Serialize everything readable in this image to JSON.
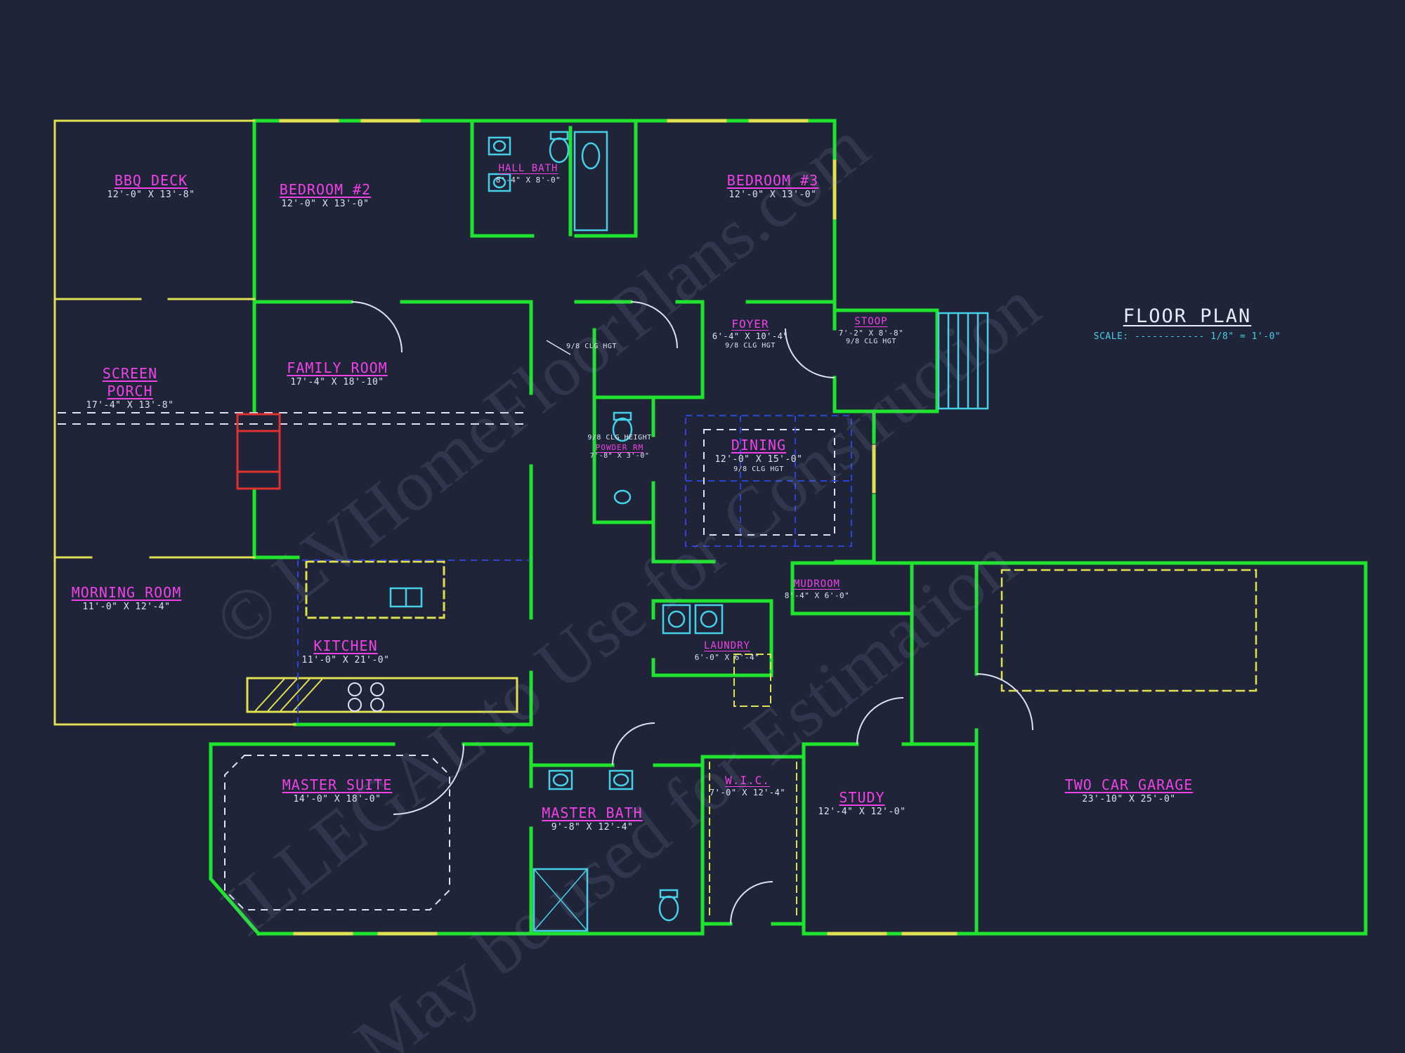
{
  "title": {
    "label": "FLOOR PLAN",
    "scale": "SCALE: ------------ 1/8\" = 1'-0\""
  },
  "annotations": {
    "ceiling_note": "9/8 CLG HGT"
  },
  "watermarks": [
    "© LVHomeFloorPlans.com",
    "ILLEGAL to Use for Construction",
    "May be used for Estimation"
  ],
  "rooms": [
    {
      "id": "bbq-deck",
      "name": "BBQ DECK",
      "dims": "12'-0\" X 13'-8\""
    },
    {
      "id": "bedroom-2",
      "name": "BEDROOM #2",
      "dims": "12'-0\" X 13'-0\""
    },
    {
      "id": "hall-bath",
      "name": "HALL BATH",
      "dims": "8'-4\" X 8'-0\""
    },
    {
      "id": "bedroom-3",
      "name": "BEDROOM #3",
      "dims": "12'-0\" X 13'-0\""
    },
    {
      "id": "foyer",
      "name": "FOYER",
      "dims": "6'-4\" X 10'-4\"",
      "note": "9/8 CLG HGT"
    },
    {
      "id": "stoop",
      "name": "STOOP",
      "dims": "7'-2\" X 8'-8\"",
      "note": "9/8 CLG HGT"
    },
    {
      "id": "screen-porch",
      "name": "SCREEN PORCH",
      "dims": "17'-4\" X 13'-8\""
    },
    {
      "id": "family-room",
      "name": "FAMILY ROOM",
      "dims": "17'-4\" X 18'-10\""
    },
    {
      "id": "powder-rm",
      "name": "POWDER RM",
      "dims": "7'-8\" X 3'-0\"",
      "note_top": "9/8 CLG HEIGHT"
    },
    {
      "id": "dining",
      "name": "DINING",
      "dims": "12'-0\" X 15'-0\"",
      "note": "9/8 CLG HGT"
    },
    {
      "id": "morning-room",
      "name": "MORNING ROOM",
      "dims": "11'-0\" X 12'-4\""
    },
    {
      "id": "kitchen",
      "name": "KITCHEN",
      "dims": "11'-0\" X 21'-0\""
    },
    {
      "id": "mudroom",
      "name": "MUDROOM",
      "dims": "8'-4\" X 6'-0\""
    },
    {
      "id": "laundry",
      "name": "LAUNDRY",
      "dims": "6'-0\" X 6'-4\""
    },
    {
      "id": "master-suite",
      "name": "MASTER SUITE",
      "dims": "14'-0\" X 18'-0\""
    },
    {
      "id": "master-bath",
      "name": "MASTER BATH",
      "dims": "9'-8\" X 12'-4\""
    },
    {
      "id": "wic",
      "name": "W.I.C.",
      "dims": "7'-0\" X 12'-4\""
    },
    {
      "id": "study",
      "name": "STUDY",
      "dims": "12'-4\" X 12'-0\""
    },
    {
      "id": "garage",
      "name": "TWO CAR GARAGE",
      "dims": "23'-10\" X 25'-0\""
    }
  ],
  "colors": {
    "background": "#1f2438",
    "wall_green": "#1fe32e",
    "wall_yellow": "#e0e052",
    "fixture_cyan": "#45d0e8",
    "label_magenta": "#f042e6",
    "dim_white": "#dde3f0",
    "rug_blue": "#2a44d4",
    "fireplace_red": "#e03131"
  }
}
